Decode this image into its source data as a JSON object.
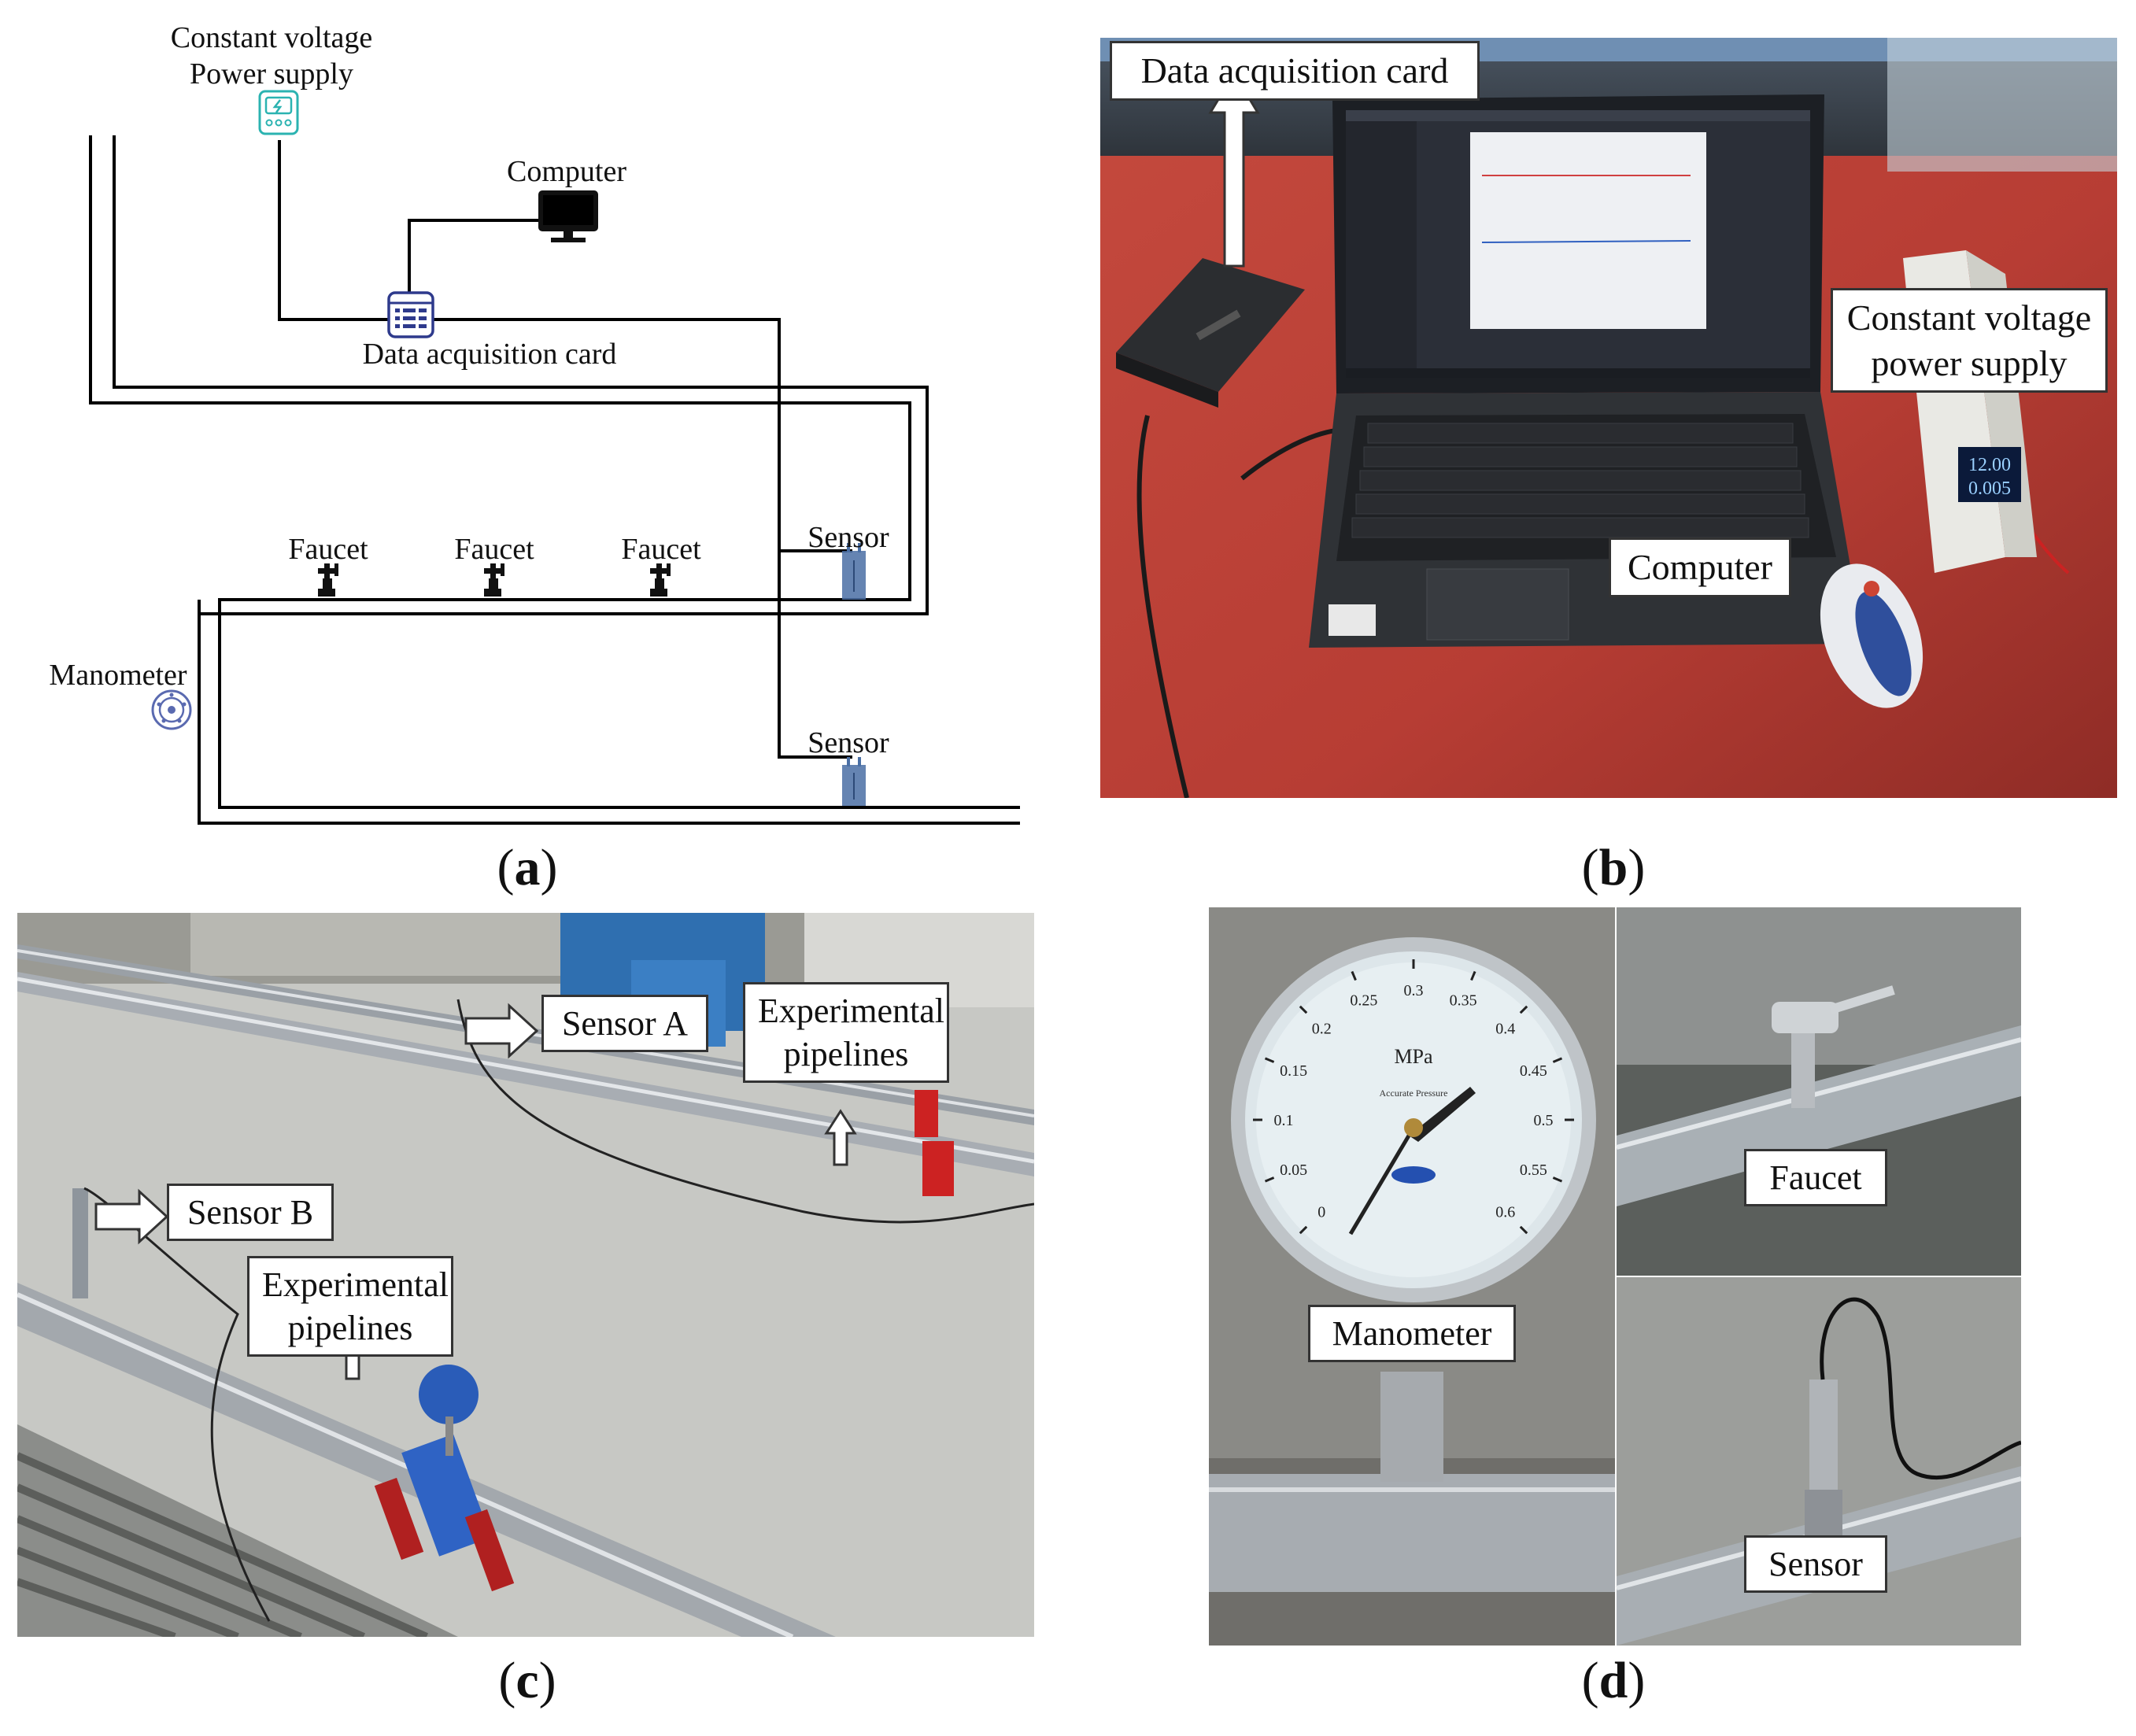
{
  "panel_a": {
    "labels": {
      "power_supply_line1": "Constant voltage",
      "power_supply_line2": "Power supply",
      "computer": "Computer",
      "daq": "Data acquisition card",
      "faucet1": "Faucet",
      "faucet2": "Faucet",
      "faucet3": "Faucet",
      "sensor_top": "Sensor",
      "sensor_bottom": "Sensor",
      "manometer": "Manometer"
    },
    "icons": [
      "power-supply-icon",
      "computer-icon",
      "data-acquisition-card-icon",
      "faucet-icon",
      "sensor-icon",
      "manometer-icon"
    ],
    "colors": {
      "power_icon": "#2bb3b1",
      "daq_icon": "#2e3a8c",
      "sensor_icon": "#4a6fa5",
      "manometer_icon": "#5a6ab0",
      "line": "#000000"
    }
  },
  "panel_b": {
    "labels": {
      "daq": "Data acquisition card",
      "power_line1": "Constant voltage",
      "power_line2": "power supply",
      "computer": "Computer"
    },
    "readout": {
      "voltage": "12.00",
      "current": "0.005"
    }
  },
  "panel_c": {
    "labels": {
      "sensor_a": "Sensor A",
      "pipes_top_line1": "Experimental",
      "pipes_top_line2": "pipelines",
      "sensor_b": "Sensor B",
      "pipes_bottom_line1": "Experimental",
      "pipes_bottom_line2": "pipelines"
    }
  },
  "panel_d": {
    "labels": {
      "manometer": "Manometer",
      "faucet": "Faucet",
      "sensor": "Sensor"
    },
    "gauge": {
      "unit": "MPa",
      "ticks": [
        "0",
        "0.05",
        "0.1",
        "0.15",
        "0.2",
        "0.25",
        "0.3",
        "0.35",
        "0.4",
        "0.45",
        "0.5",
        "0.55",
        "0.6"
      ],
      "text": "Accurate Pressure"
    }
  },
  "captions": {
    "a": "a",
    "b": "b",
    "c": "c",
    "d": "d"
  }
}
